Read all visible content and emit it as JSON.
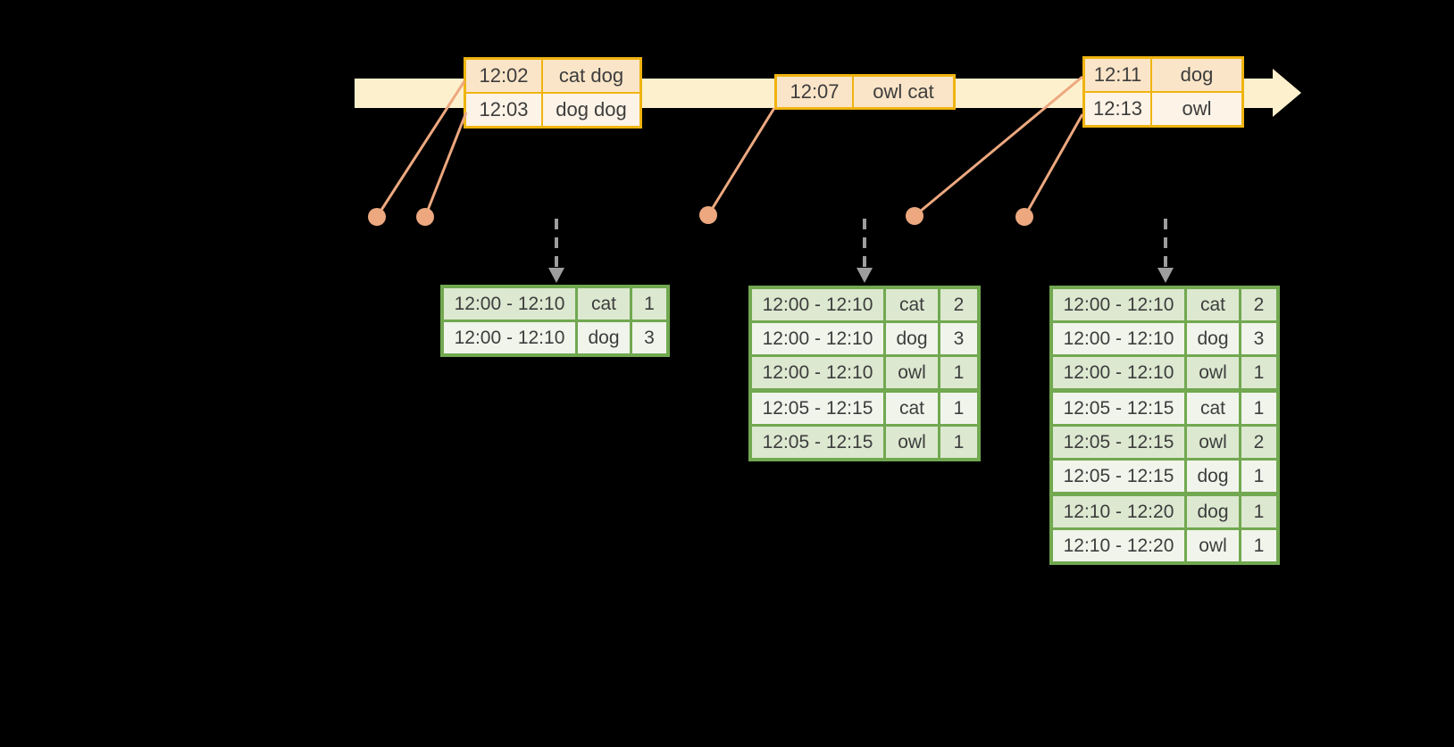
{
  "palette": {
    "background": "#000000",
    "timeline_fill": "#fdf1cd",
    "event_box_border": "#f0b410",
    "event_row_fill": "#fbe5c8",
    "event_row_alt_fill": "#fdf3e6",
    "connector_color": "#eda87f",
    "trigger_arrow_color": "#9e9e9e",
    "table_border": "#71a850",
    "table_row_fill": "#dce8d0",
    "table_row_alt_fill": "#f0f4eb",
    "text_color": "#3d3d3d"
  },
  "icons": {
    "timeline_arrowhead": "right-pointing cream triangle",
    "event_dot": "salmon filled circle",
    "trigger_arrow": "gray dashed vertical arrow pointing down"
  },
  "event_groups": [
    {
      "rows": [
        {
          "time": "12:02",
          "words": "cat dog"
        },
        {
          "time": "12:03",
          "words": "dog dog"
        }
      ]
    },
    {
      "rows": [
        {
          "time": "12:07",
          "words": "owl cat"
        }
      ]
    },
    {
      "rows": [
        {
          "time": "12:11",
          "words": "dog"
        },
        {
          "time": "12:13",
          "words": "owl"
        }
      ]
    }
  ],
  "result_tables": [
    {
      "rows": [
        {
          "window": "12:00 - 12:10",
          "word": "cat",
          "count": "1"
        },
        {
          "window": "12:00 - 12:10",
          "word": "dog",
          "count": "3"
        }
      ],
      "group_breaks": []
    },
    {
      "rows": [
        {
          "window": "12:00 - 12:10",
          "word": "cat",
          "count": "2"
        },
        {
          "window": "12:00 - 12:10",
          "word": "dog",
          "count": "3"
        },
        {
          "window": "12:00 - 12:10",
          "word": "owl",
          "count": "1"
        },
        {
          "window": "12:05 - 12:15",
          "word": "cat",
          "count": "1"
        },
        {
          "window": "12:05 - 12:15",
          "word": "owl",
          "count": "1"
        }
      ],
      "group_breaks": [
        3
      ]
    },
    {
      "rows": [
        {
          "window": "12:00 - 12:10",
          "word": "cat",
          "count": "2"
        },
        {
          "window": "12:00 - 12:10",
          "word": "dog",
          "count": "3"
        },
        {
          "window": "12:00 - 12:10",
          "word": "owl",
          "count": "1"
        },
        {
          "window": "12:05 - 12:15",
          "word": "cat",
          "count": "1"
        },
        {
          "window": "12:05 - 12:15",
          "word": "owl",
          "count": "2"
        },
        {
          "window": "12:05 - 12:15",
          "word": "dog",
          "count": "1"
        },
        {
          "window": "12:10 - 12:20",
          "word": "dog",
          "count": "1"
        },
        {
          "window": "12:10 - 12:20",
          "word": "owl",
          "count": "1"
        }
      ],
      "group_breaks": [
        3,
        6
      ]
    }
  ]
}
